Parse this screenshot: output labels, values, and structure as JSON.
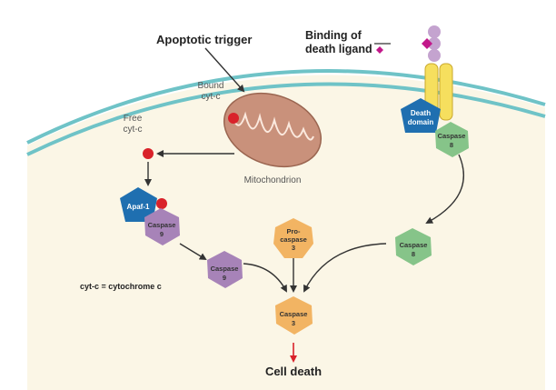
{
  "labels": {
    "apoptotic_trigger": "Apoptotic trigger",
    "binding_line1": "Binding of",
    "binding_line2": "death ligand",
    "bound_line1": "Bound",
    "bound_line2": "cyt-c",
    "free_line1": "Free",
    "free_line2": "cyt-c",
    "mitochondrion": "Mitochondrion",
    "death_domain_line1": "Death",
    "death_domain_line2": "domain",
    "caspase": "Caspase",
    "caspase8_num": "8",
    "caspase9_num": "9",
    "caspase3_num": "3",
    "procaspase_line1": "Pro-",
    "procaspase_line2": "caspase",
    "apaf1": "Apaf-1",
    "legend": "cyt-c = cytochrome c",
    "cell_death": "Cell death"
  },
  "colors": {
    "membrane": "#6fc3c7",
    "cytoplasm": "#fbf6e6",
    "mitochondrion": "#c9917b",
    "cyt_c": "#d9222a",
    "death_domain": "#1f6fb0",
    "caspase8": "#86c489",
    "caspase9": "#a783b8",
    "caspase3": "#f2b463",
    "receptor": "#f6df5e",
    "ligand": "#c4a3cf",
    "arrow": "#333333",
    "final_arrow": "#d9222a"
  }
}
